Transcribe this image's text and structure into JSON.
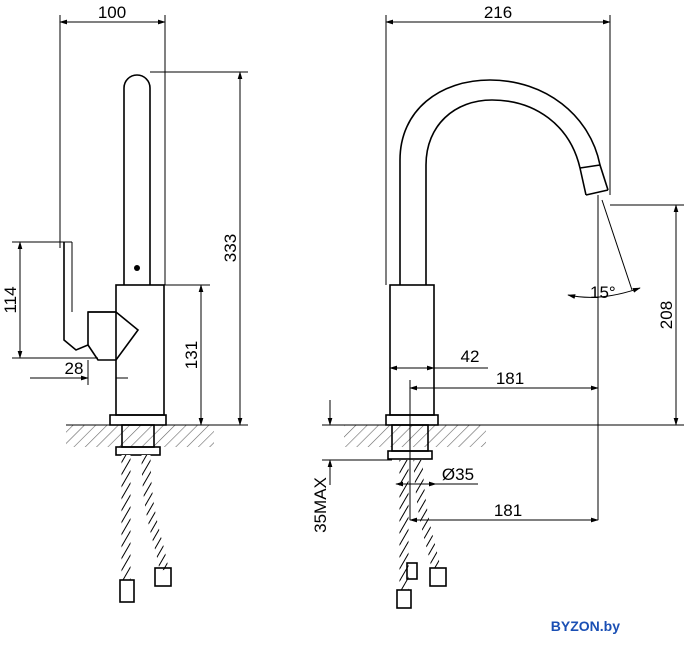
{
  "dimensions": {
    "side_width": "100",
    "side_height": "333",
    "handle_height": "114",
    "body_height": "131",
    "handle_offset": "28",
    "front_width": "216",
    "front_height": "208",
    "base_diameter": "42",
    "reach_top": "181",
    "reach_bottom": "181",
    "hole_diameter": "Ø35",
    "max_thickness": "35MAX",
    "angle": "15°"
  },
  "brand": {
    "label": "BYZON.by",
    "color": "#1a4fb4"
  }
}
